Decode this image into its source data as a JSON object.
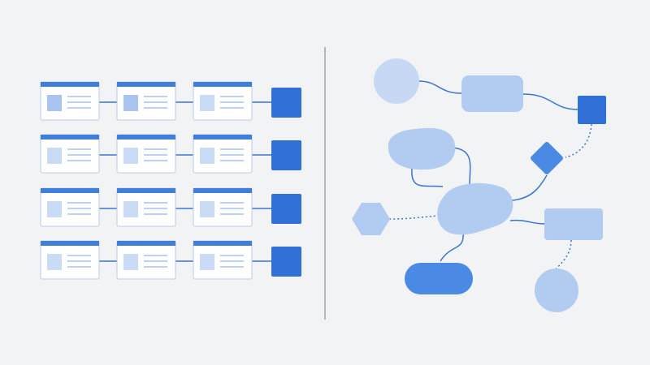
{
  "colors": {
    "background": "#f2f3f4",
    "card_fill": "#ffffff",
    "card_border": "#b9cbeb",
    "card_header": "#3f7fd9",
    "thumb_dark": "#a9c4ef",
    "thumb_light": "#c9dbf5",
    "text_line": "#a9c2ec",
    "connector": "#3a74cf",
    "endpoint": "#2f6fd6",
    "divider": "#9aa4b2",
    "shape_light": "#c6d8f3",
    "shape_mid": "#b2cbf1",
    "shape_strong": "#4a8ae4",
    "shape_dark": "#2f6fd6"
  },
  "left_panel": {
    "pipelines": [
      {
        "stages": [
          {
            "thumb": "dark"
          },
          {
            "thumb": "dark"
          },
          {
            "thumb": "light"
          }
        ]
      },
      {
        "stages": [
          {
            "thumb": "light"
          },
          {
            "thumb": "light"
          },
          {
            "thumb": "light"
          }
        ]
      },
      {
        "stages": [
          {
            "thumb": "light"
          },
          {
            "thumb": "light"
          },
          {
            "thumb": "light"
          }
        ]
      },
      {
        "stages": [
          {
            "thumb": "light"
          },
          {
            "thumb": "light"
          },
          {
            "thumb": "light"
          }
        ]
      }
    ],
    "endpoint_icon": "square-node-icon"
  },
  "right_panel": {
    "nodes": [
      {
        "id": "top-left-circle",
        "shape": "circle",
        "tone": "light"
      },
      {
        "id": "top-rounded-rect",
        "shape": "rounded-rect",
        "tone": "mid"
      },
      {
        "id": "top-right-square",
        "shape": "square",
        "tone": "dark"
      },
      {
        "id": "upper-blob",
        "shape": "blob",
        "tone": "mid"
      },
      {
        "id": "center-hub-blob",
        "shape": "blob",
        "tone": "mid"
      },
      {
        "id": "diamond",
        "shape": "diamond",
        "tone": "strong"
      },
      {
        "id": "hexagon",
        "shape": "hexagon",
        "tone": "mid"
      },
      {
        "id": "right-rect",
        "shape": "rounded-rect",
        "tone": "mid"
      },
      {
        "id": "pill",
        "shape": "pill",
        "tone": "strong"
      },
      {
        "id": "bottom-circle",
        "shape": "circle",
        "tone": "mid"
      }
    ],
    "edges": [
      {
        "from": "top-left-circle",
        "to": "top-rounded-rect",
        "style": "solid"
      },
      {
        "from": "top-rounded-rect",
        "to": "top-right-square",
        "style": "solid"
      },
      {
        "from": "top-right-square",
        "to": "diamond",
        "style": "dotted"
      },
      {
        "from": "upper-blob",
        "to": "center-hub-blob",
        "style": "solid"
      },
      {
        "from": "upper-blob",
        "to": "center-hub-blob",
        "style": "solid"
      },
      {
        "from": "center-hub-blob",
        "to": "diamond",
        "style": "solid"
      },
      {
        "from": "hexagon",
        "to": "center-hub-blob",
        "style": "dotted"
      },
      {
        "from": "center-hub-blob",
        "to": "right-rect",
        "style": "solid"
      },
      {
        "from": "center-hub-blob",
        "to": "pill",
        "style": "solid"
      },
      {
        "from": "right-rect",
        "to": "bottom-circle",
        "style": "dotted"
      }
    ]
  }
}
